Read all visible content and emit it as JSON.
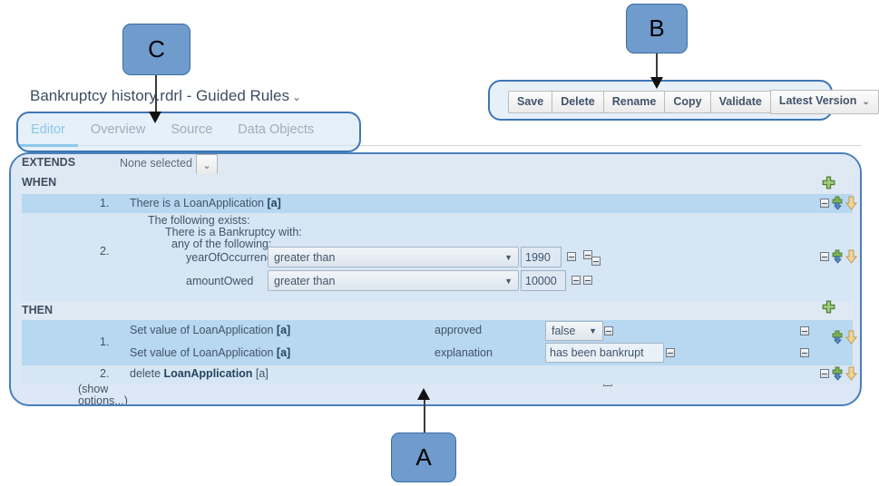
{
  "document": {
    "title": "Bankruptcy history.rdrl - Guided Rules",
    "title_caret": "⌄"
  },
  "tabs": [
    {
      "label": "Editor",
      "active": true
    },
    {
      "label": "Overview",
      "active": false
    },
    {
      "label": "Source",
      "active": false
    },
    {
      "label": "Data Objects",
      "active": false
    }
  ],
  "toolbar": {
    "save_label": "Save",
    "delete_label": "Delete",
    "rename_label": "Rename",
    "copy_label": "Copy",
    "validate_label": "Validate",
    "version_label": "Latest Version",
    "version_caret": "⌄",
    "expand_icon": "⤢",
    "close_icon": "✖"
  },
  "editor": {
    "extends": {
      "label": "EXTENDS",
      "selected": "None selected",
      "chevron": "⌄"
    },
    "when": {
      "label": "WHEN",
      "rows": [
        {
          "number": "1.",
          "text": "There is a LoanApplication ",
          "bold": "[a]"
        },
        {
          "number": "2.",
          "line1": "The following exists:",
          "line2": "There is a Bankruptcy with:",
          "line3": "any of the following:",
          "constraints": [
            {
              "field": "yearOfOccurrence",
              "operator": "greater than",
              "value": "1990"
            },
            {
              "field": "amountOwed",
              "operator": "greater than",
              "value": "10000"
            }
          ]
        }
      ]
    },
    "then": {
      "label": "THEN",
      "rows": [
        {
          "number": "1.",
          "actions": [
            {
              "text": "Set value of LoanApplication ",
              "bold": "[a]",
              "field": "approved",
              "control": "select",
              "value": "false",
              "caret": "▼"
            },
            {
              "text": "Set value of LoanApplication ",
              "bold": "[a]",
              "field": "explanation",
              "control": "text",
              "value": "has been bankrupt"
            }
          ]
        },
        {
          "number": "2.",
          "text": "delete ",
          "bold": "LoanApplication ",
          "suffix": "[a]"
        }
      ],
      "show_options_line1": "(show",
      "show_options_line2": "options...)"
    }
  },
  "callouts": [
    {
      "id": "A",
      "label": "A"
    },
    {
      "id": "B",
      "label": "B"
    },
    {
      "id": "C",
      "label": "C"
    }
  ],
  "colors": {
    "callout_fill": "#6f9bcd",
    "callout_border": "#3a6ea5",
    "highlight_border": "#3f76b5",
    "panel_bg": "#dce8f5",
    "row_highlight": "#b8d7f0",
    "active_tab": "#3aa4e0"
  },
  "icon_names": {
    "add": "plus-green-icon",
    "insert": "plus-blue-arrow-icon",
    "move_down": "arrow-down-icon",
    "move_up": "arrow-up-icon",
    "collapse": "minimize-box-icon"
  }
}
